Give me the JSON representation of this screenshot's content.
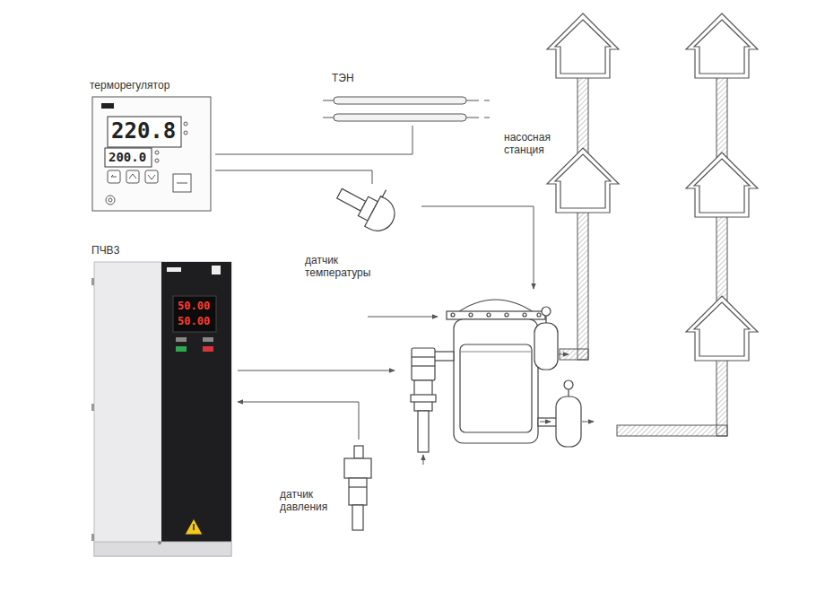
{
  "diagram": {
    "nodes": [
      {
        "text": [
          "терморегулятор",
          "220.8",
          "200.0"
        ]
      },
      {
        "text": [
          "ТЭН"
        ]
      },
      {
        "text": [
          "датчик температуры"
        ]
      },
      {
        "text": [
          "ПЧВ3",
          "50.00",
          "50.00"
        ]
      },
      {
        "text": [
          "датчик давления"
        ]
      },
      {
        "text": [
          "насосная станция"
        ]
      }
    ],
    "edges": [
      {
        "from": 0,
        "to": 1,
        "arrow": "none"
      },
      {
        "from": 0,
        "to": 2,
        "arrow": "none"
      },
      {
        "from": 2,
        "to": 5,
        "arrow": "to"
      },
      {
        "from": 3,
        "to": 5,
        "arrow": "to"
      },
      {
        "from": 4,
        "to": 3,
        "arrow": "to"
      }
    ]
  }
}
